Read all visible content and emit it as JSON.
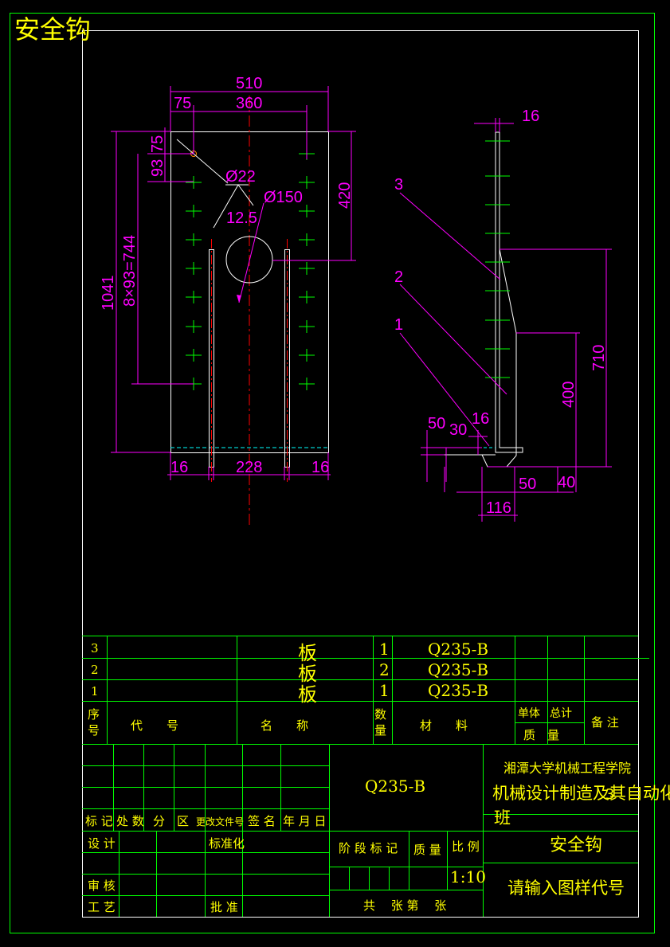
{
  "title": "安全钩",
  "front_view": {
    "dims": {
      "width_total": "510",
      "left_offset": "75",
      "inner_width": "360",
      "top_75": "75",
      "pitch_93": "93",
      "hole_small": "Ø22",
      "chamfer": "12.5",
      "hole_large": "Ø150",
      "height_420": "420",
      "height_total": "1041",
      "pitch_total": "8×93=744",
      "bottom_left": "16",
      "bottom_mid": "228",
      "bottom_right": "16"
    }
  },
  "side_view": {
    "dims": {
      "top_thickness": "16",
      "label_3": "3",
      "label_2": "2",
      "label_1": "1",
      "h_710": "710",
      "h_400": "400",
      "d_50_left": "50",
      "d_30": "30",
      "d_16": "16",
      "d_50_bottom": "50",
      "d_40": "40",
      "d_116": "116"
    }
  },
  "parts_list": {
    "rows": [
      {
        "no": "3",
        "name": "板",
        "qty": "1",
        "material": "Q235-B"
      },
      {
        "no": "2",
        "name": "板",
        "qty": "2",
        "material": "Q235-B"
      },
      {
        "no": "1",
        "name": "板",
        "qty": "1",
        "material": "Q235-B"
      }
    ],
    "header": {
      "no": "序号",
      "code": "代　　号",
      "name": "名　　称",
      "qty": "数量",
      "material": "材　　料",
      "unit": "单体",
      "total": "总计",
      "mass": "质　量",
      "remark": "备 注"
    }
  },
  "title_block": {
    "material": "Q235-B",
    "school": "湘潭大学机械工程学院",
    "class_line1": "机械设计制造及其自动化",
    "class_line2": "班",
    "class_overlap": "3",
    "drawing_name": "安全钩",
    "drawing_code": "请输入图样代号",
    "labels": {
      "mark": "标 记",
      "place_count": "处 数",
      "zone": "分　区",
      "change_doc": "更改文件号",
      "sign": "签 名",
      "date": "年 月 日",
      "design": "设 计",
      "standard": "标准化",
      "review": "审 核",
      "process": "工 艺",
      "approve": "批 准",
      "stage": "阶 段 标 记",
      "mass": "质 量",
      "scale": "比 例",
      "scale_value": "1:10",
      "sheets": "共　 张 第　 张"
    }
  },
  "colors": {
    "background": "#000000",
    "frame": "#ffffff",
    "table_lines": "#00ff00",
    "dimensions": "#ff00ff",
    "text": "#ffff00",
    "centerline": "#ff0000"
  }
}
